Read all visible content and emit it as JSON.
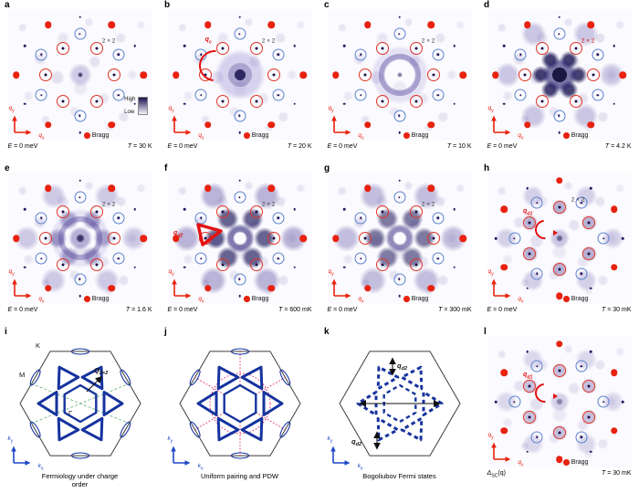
{
  "figure": {
    "annotation_2x2": "2 × 2",
    "legend": {
      "bragg": "Bragg",
      "high": "High",
      "low": "Low"
    },
    "axes": {
      "q": "q",
      "k": "k",
      "x": "x",
      "y": "y"
    }
  },
  "panels": {
    "a": {
      "letter": "a",
      "energy": "E = 0 meV",
      "temp": "T = 30 K"
    },
    "b": {
      "letter": "b",
      "energy": "E = 0 meV",
      "temp": "T = 20 K",
      "marker": {
        "base": "q",
        "sub": "c"
      }
    },
    "c": {
      "letter": "c",
      "energy": "E = 0 meV",
      "temp": "T = 10 K"
    },
    "d": {
      "letter": "d",
      "energy": "E = 0 meV",
      "temp": "T = 4.2 K"
    },
    "e": {
      "letter": "e",
      "energy": "E = 0 meV",
      "temp": "T = 1.6 K"
    },
    "f": {
      "letter": "f",
      "energy": "E = 0 meV",
      "temp": "T = 600 mK",
      "marker": {
        "base": "q",
        "sub": "d2"
      }
    },
    "g": {
      "letter": "g",
      "energy": "E = 0 meV",
      "temp": "T = 300 mK"
    },
    "h": {
      "letter": "h",
      "energy": "E = 0 meV",
      "temp": "T = 30 mK",
      "marker": {
        "base": "q",
        "sub": "d1"
      }
    },
    "i": {
      "letter": "i",
      "caption": "Fermiology under charge order",
      "labels": {
        "k_point": "K",
        "m_point": "M",
        "gamma": "Γ",
        "q_base": "Q",
        "q_sub": "2×2"
      }
    },
    "j": {
      "letter": "j",
      "caption": "Uniform pairing and PDW"
    },
    "k": {
      "letter": "k",
      "caption": "Bogoliubov Fermi states",
      "marker_top": {
        "base": "q",
        "sub": "d2"
      },
      "marker_bottom": {
        "base": "q",
        "sub": "d2"
      }
    },
    "l": {
      "letter": "l",
      "gap_label": {
        "base": "Δ",
        "sub": "SC",
        "rest": "(q)"
      },
      "temp": "T = 30 mK",
      "marker": {
        "base": "q",
        "sub": "d1"
      }
    }
  }
}
